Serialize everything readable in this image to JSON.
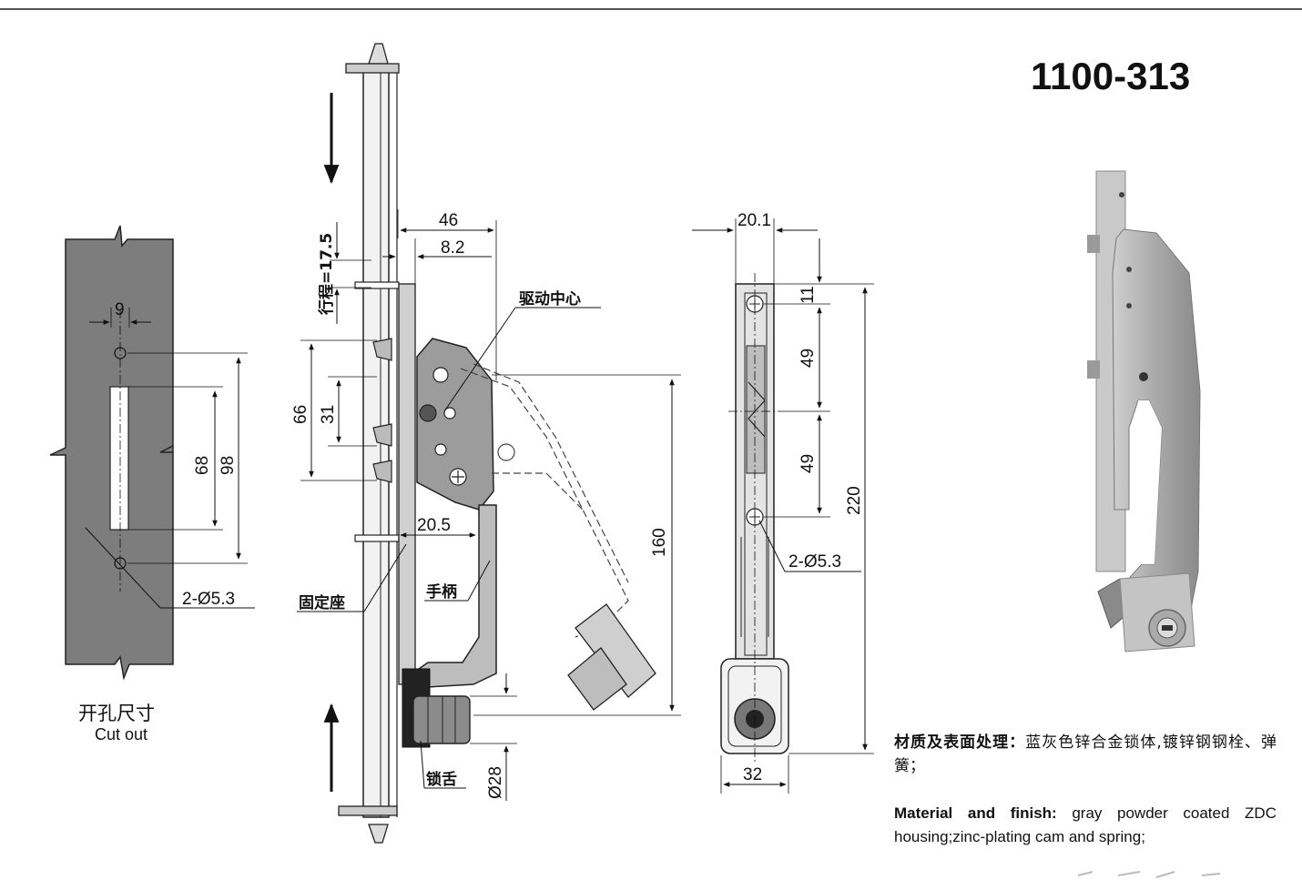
{
  "title": "1100-313",
  "cutout": {
    "label_cn": "开孔尺寸",
    "label_en": "Cut out",
    "dims": {
      "width": "9",
      "slot": "68",
      "pitch": "98",
      "holes": "2-Ø5.3"
    }
  },
  "side_view": {
    "dims": {
      "total_depth": "46",
      "offset": "8.2",
      "stroke": "行程=17.5",
      "span": "66",
      "spacing": "31",
      "handle": "20.5",
      "height": "160",
      "cam_dia": "Ø28"
    },
    "labels": {
      "drive_center": "驱动中心",
      "fixed_base": "固定座",
      "handle": "手柄",
      "cam": "锁舌"
    }
  },
  "front_view": {
    "dims": {
      "width_top": "20.1",
      "top_gap": "11",
      "pitch1": "49",
      "pitch2": "49",
      "total": "220",
      "holes": "2-Ø5.3",
      "width_bottom": "32"
    }
  },
  "material": {
    "cn_label": "材质及表面处理：",
    "cn_text": "蓝灰色锌合金锁体,镀锌钢钢栓、弹簧；",
    "en_label": "Material and finish:",
    "en_text": " gray powder coated ZDC housing;zinc-plating cam and spring;"
  },
  "colors": {
    "housing": "#8f8f8f",
    "panel": "#7d7d7d",
    "ink": "#111111"
  }
}
